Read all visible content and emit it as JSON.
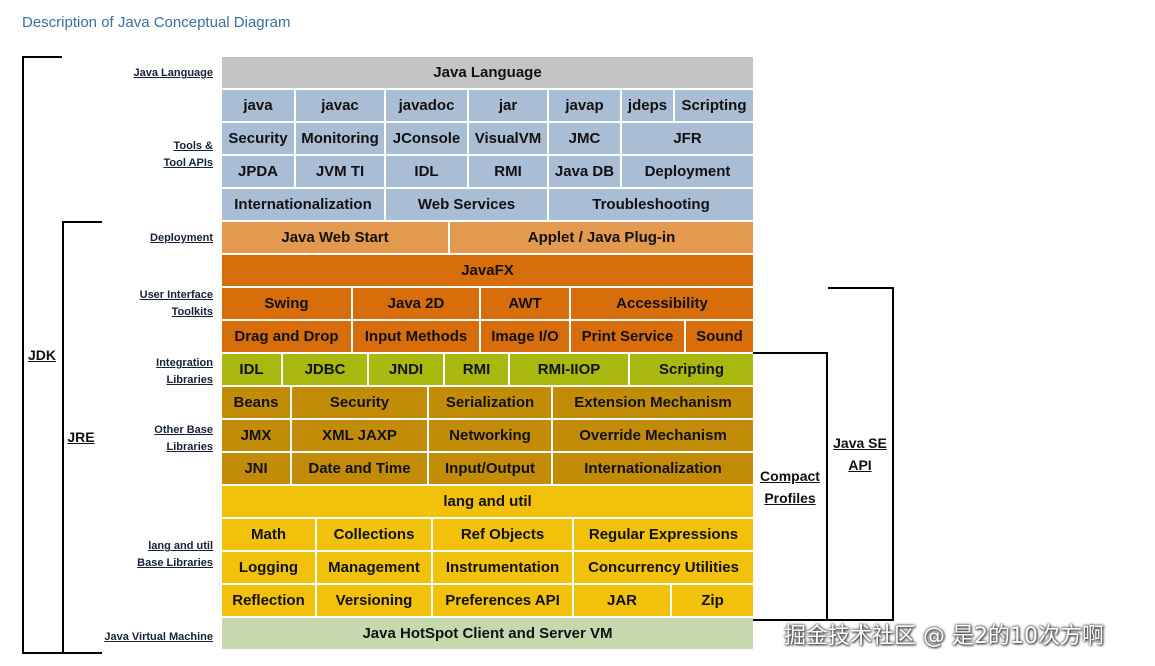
{
  "page_title": "Description of Java Conceptual Diagram",
  "colors": {
    "java_language": "#c4c4c4",
    "tools": "#a9bdd4",
    "deployment": "#e3994e",
    "ui_toolkit": "#d86d0c",
    "integration": "#a9b70f",
    "other_base": "#c28c08",
    "lang_util": "#f2c10b",
    "jvm": "#c6d8ad"
  },
  "row_labels": [
    {
      "lines": [
        "Java Language"
      ]
    },
    {
      "lines": [
        "Tools &",
        "Tool APIs"
      ]
    },
    {
      "lines": [
        "Deployment"
      ]
    },
    {
      "lines": [
        "User Interface",
        "Toolkits"
      ]
    },
    {
      "lines": [
        "Integration",
        "Libraries"
      ]
    },
    {
      "lines": [
        "Other Base",
        "Libraries"
      ]
    },
    {
      "lines": [
        "lang and util",
        "Base Libraries"
      ]
    },
    {
      "lines": [
        "Java Virtual Machine"
      ]
    }
  ],
  "rows": [
    {
      "group": "java_language",
      "cells": [
        "Java Language"
      ]
    },
    {
      "group": "tools",
      "cells": [
        "java",
        "javac",
        "javadoc",
        "jar",
        "javap",
        "jdeps",
        "Scripting"
      ]
    },
    {
      "group": "tools",
      "cells": [
        "Security",
        "Monitoring",
        "JConsole",
        "VisualVM",
        "JMC",
        "JFR"
      ]
    },
    {
      "group": "tools",
      "cells": [
        "JPDA",
        "JVM TI",
        "IDL",
        "RMI",
        "Java DB",
        "Deployment"
      ]
    },
    {
      "group": "tools",
      "cells": [
        "Internationalization",
        "Web Services",
        "Troubleshooting"
      ]
    },
    {
      "group": "deployment",
      "cells": [
        "Java Web Start",
        "Applet / Java Plug-in"
      ]
    },
    {
      "group": "ui_toolkit",
      "cells": [
        "JavaFX"
      ]
    },
    {
      "group": "ui_toolkit",
      "cells": [
        "Swing",
        "Java 2D",
        "AWT",
        "Accessibility"
      ]
    },
    {
      "group": "ui_toolkit",
      "cells": [
        "Drag and Drop",
        "Input Methods",
        "Image I/O",
        "Print Service",
        "Sound"
      ]
    },
    {
      "group": "integration",
      "cells": [
        "IDL",
        "JDBC",
        "JNDI",
        "RMI",
        "RMI-IIOP",
        "Scripting"
      ]
    },
    {
      "group": "other_base",
      "cells": [
        "Beans",
        "Security",
        "Serialization",
        "Extension Mechanism"
      ]
    },
    {
      "group": "other_base",
      "cells": [
        "JMX",
        "XML JAXP",
        "Networking",
        "Override Mechanism"
      ]
    },
    {
      "group": "other_base",
      "cells": [
        "JNI",
        "Date and Time",
        "Input/Output",
        "Internationalization"
      ]
    },
    {
      "group": "lang_util",
      "cells": [
        "lang and util"
      ]
    },
    {
      "group": "lang_util",
      "cells": [
        "Math",
        "Collections",
        "Ref Objects",
        "Regular Expressions"
      ]
    },
    {
      "group": "lang_util",
      "cells": [
        "Logging",
        "Management",
        "Instrumentation",
        "Concurrency Utilities"
      ]
    },
    {
      "group": "lang_util",
      "cells": [
        "Reflection",
        "Versioning",
        "Preferences API",
        "JAR",
        "Zip"
      ]
    },
    {
      "group": "jvm",
      "cells": [
        "Java HotSpot Client and Server VM"
      ]
    }
  ],
  "brackets": {
    "jdk": [
      "JDK"
    ],
    "jre": [
      "JRE"
    ],
    "compact_profiles": [
      "Compact",
      "Profiles"
    ],
    "java_se_api": [
      "Java SE",
      "API"
    ]
  },
  "watermark": "掘金技术社区 @ 是2的10次方啊"
}
